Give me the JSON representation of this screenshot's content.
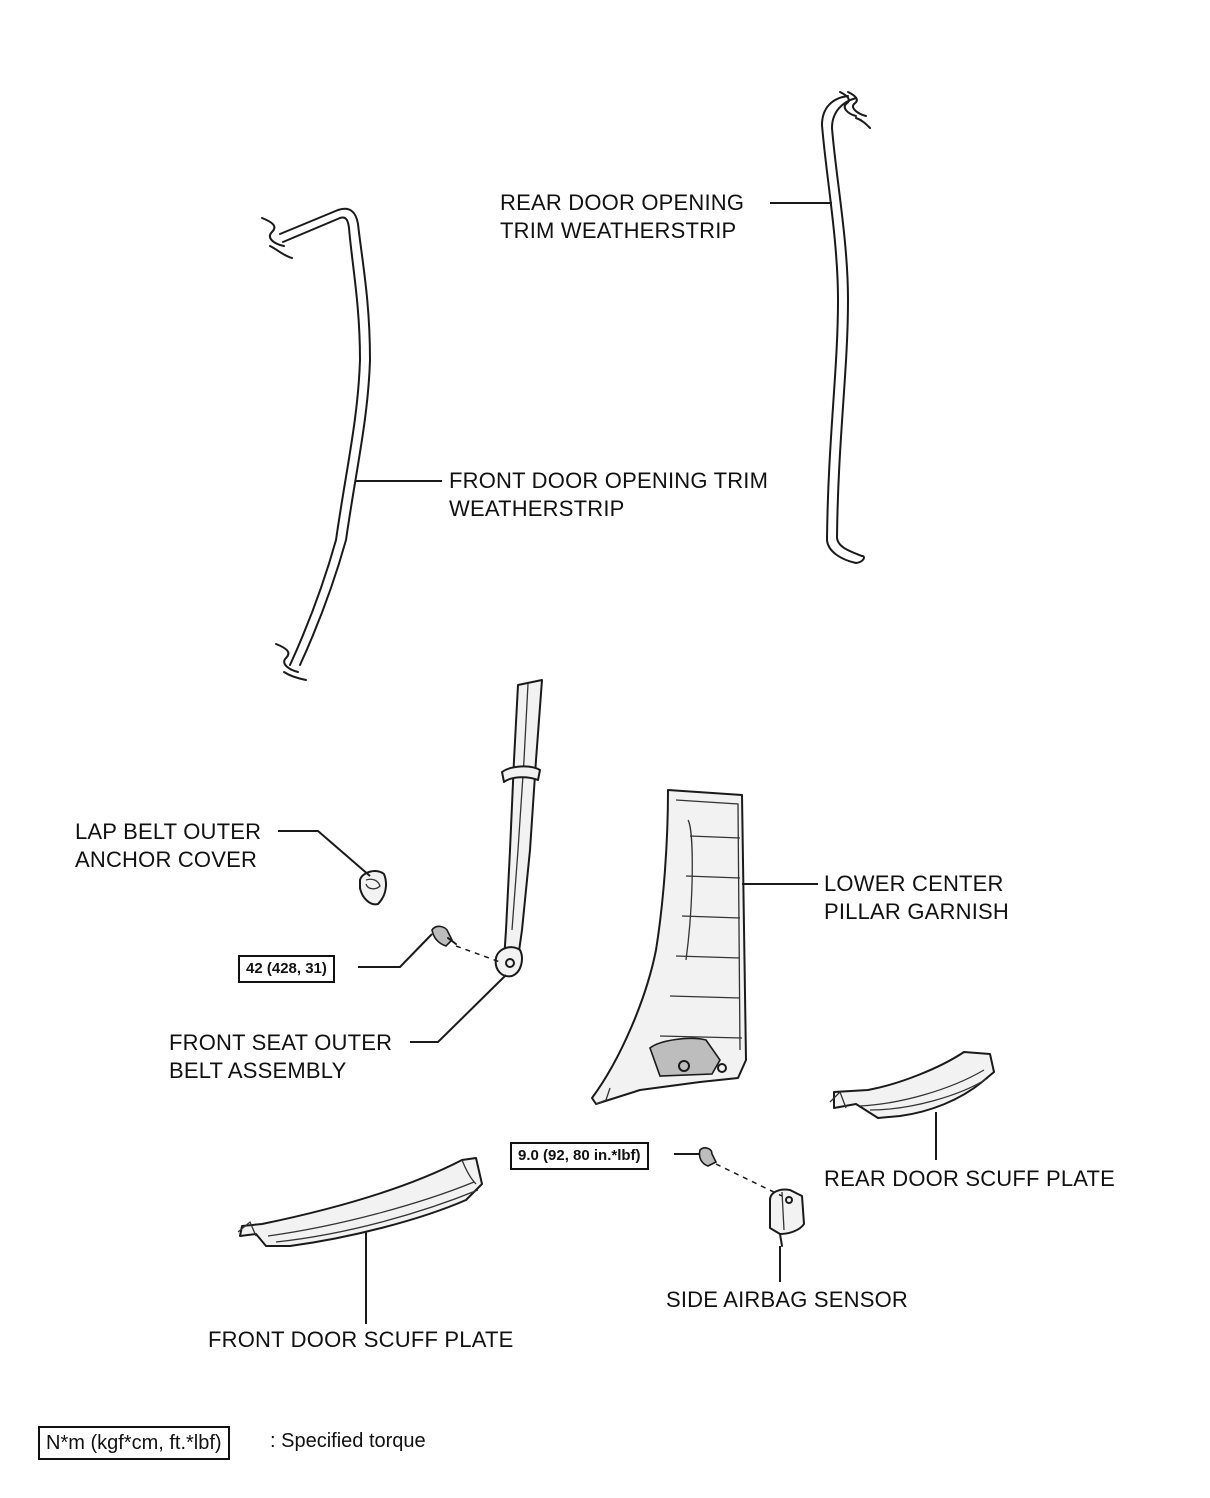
{
  "labels": {
    "rear_door_trim": [
      "REAR DOOR OPENING",
      "TRIM WEATHERSTRIP"
    ],
    "front_door_trim": [
      "FRONT DOOR OPENING TRIM",
      "WEATHERSTRIP"
    ],
    "lap_belt_cover": [
      "LAP BELT OUTER",
      "ANCHOR COVER"
    ],
    "lower_center_pillar": [
      "LOWER CENTER",
      "PILLAR GARNISH"
    ],
    "front_seat_belt": [
      "FRONT SEAT OUTER",
      "BELT ASSEMBLY"
    ],
    "rear_scuff": "REAR DOOR SCUFF PLATE",
    "side_airbag": "SIDE AIRBAG SENSOR",
    "front_scuff": "FRONT DOOR SCUFF PLATE"
  },
  "torques": {
    "belt_bolt": "42 (428, 31)",
    "sensor_bolt": "9.0 (92, 80 in.*lbf)"
  },
  "legend": {
    "unit": "N*m (kgf*cm, ft.*lbf)",
    "description": ": Specified torque"
  }
}
